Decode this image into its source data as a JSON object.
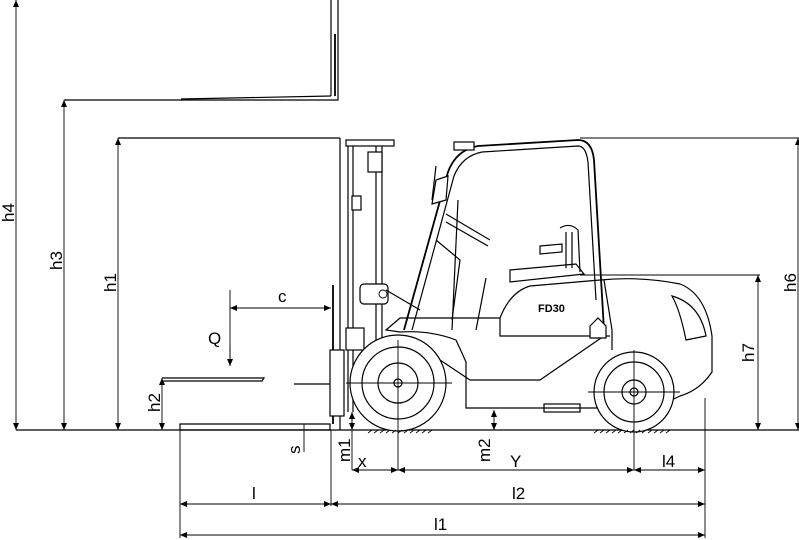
{
  "diagram": {
    "model_label": "FD30",
    "dimension_labels": {
      "h4": "h4",
      "h3": "h3",
      "h1": "h1",
      "h2": "h2",
      "h6": "h6",
      "h7": "h7",
      "c": "c",
      "Q": "Q",
      "s": "s",
      "m1": "m1",
      "m2": "m2",
      "x": "x",
      "Y": "Y",
      "l4": "l4",
      "l": "l",
      "l2": "l2",
      "l1": "l1"
    }
  }
}
